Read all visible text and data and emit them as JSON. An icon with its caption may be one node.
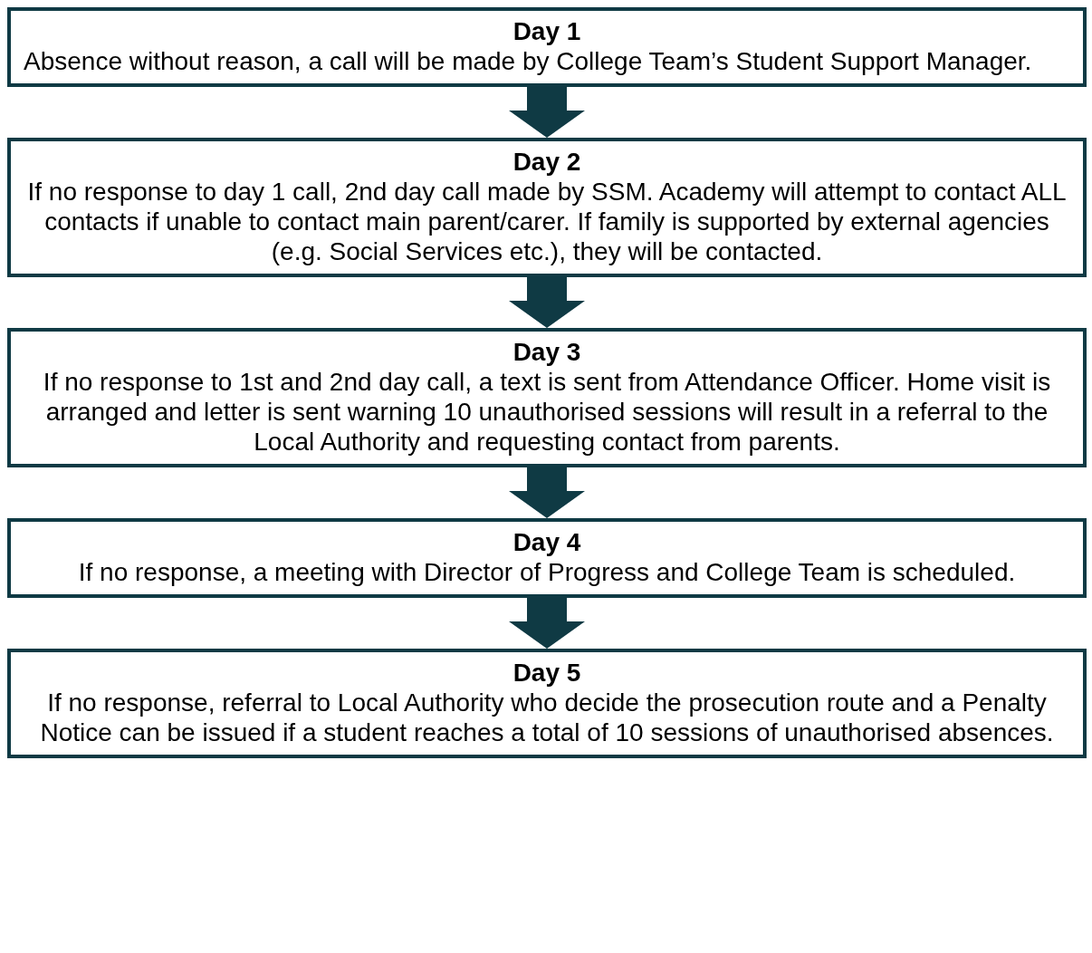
{
  "diagram": {
    "nodes": [
      {
        "text": [
          "Day 1",
          "Absence without reason, a call will be made by College Team’s Student Support Manager."
        ]
      },
      {
        "text": [
          "Day 2",
          "If no response to day 1 call, 2nd day call made by SSM. Academy will attempt to contact ALL contacts if unable to contact main parent/carer. If family is supported by external agencies (e.g. Social Services etc.), they will be contacted."
        ]
      },
      {
        "text": [
          "Day 3",
          "If no response to 1st and 2nd day call, a text is sent from Attendance Officer. Home visit is arranged and letter is sent warning 10 unauthorised sessions will result in a referral to the Local Authority and requesting contact from parents."
        ]
      },
      {
        "text": [
          "Day 4",
          "If no response, a meeting with Director of Progress and College Team is scheduled."
        ]
      },
      {
        "text": [
          "Day 5",
          "If no response, referral to Local Authority who decide the prosecution route and a Penalty Notice can be issued if a student reaches a total of 10 sessions of unauthorised absences."
        ]
      }
    ],
    "edges": [
      {
        "from": 0,
        "to": 1,
        "arrow": "to"
      },
      {
        "from": 1,
        "to": 2,
        "arrow": "to"
      },
      {
        "from": 2,
        "to": 3,
        "arrow": "to"
      },
      {
        "from": 3,
        "to": 4,
        "arrow": "to"
      }
    ]
  }
}
